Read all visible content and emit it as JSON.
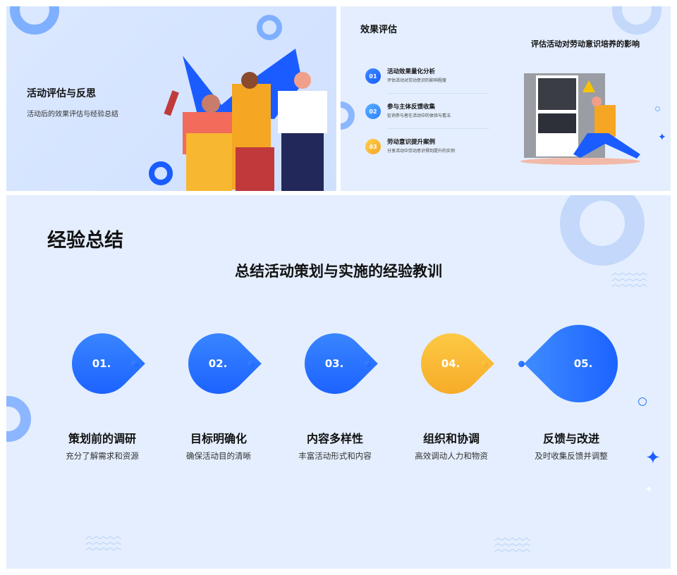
{
  "slide1": {
    "title": "活动评估与反思",
    "subtitle": "活动后的效果评估与经验总结"
  },
  "slide2": {
    "title": "效果评估",
    "heading": "评估活动对劳动意识培养的影响",
    "items": [
      {
        "num": "01",
        "title": "活动效果量化分析",
        "desc": "评估活动对劳动意识的影响程度"
      },
      {
        "num": "02",
        "title": "参与主体反馈收集",
        "desc": "征询参与者在活动中的体验与看法"
      },
      {
        "num": "03",
        "title": "劳动意识提升案例",
        "desc": "分享活动中劳动意识得到提升的实例"
      }
    ]
  },
  "slide3": {
    "title": "经验总结",
    "heading": "总结活动策划与实施的经验教训",
    "steps": [
      {
        "num": "01.",
        "title": "策划前的调研",
        "desc": "充分了解需求和资源"
      },
      {
        "num": "02.",
        "title": "目标明确化",
        "desc": "确保活动目的清晰"
      },
      {
        "num": "03.",
        "title": "内容多样性",
        "desc": "丰富活动形式和内容"
      },
      {
        "num": "04.",
        "title": "组织和协调",
        "desc": "高效调动人力和物资"
      },
      {
        "num": "05.",
        "title": "反馈与改进",
        "desc": "及时收集反馈并调整"
      }
    ]
  },
  "colors": {
    "blue": "#1a5cff",
    "orange": "#f5a623",
    "bg": "#e4eefe"
  }
}
